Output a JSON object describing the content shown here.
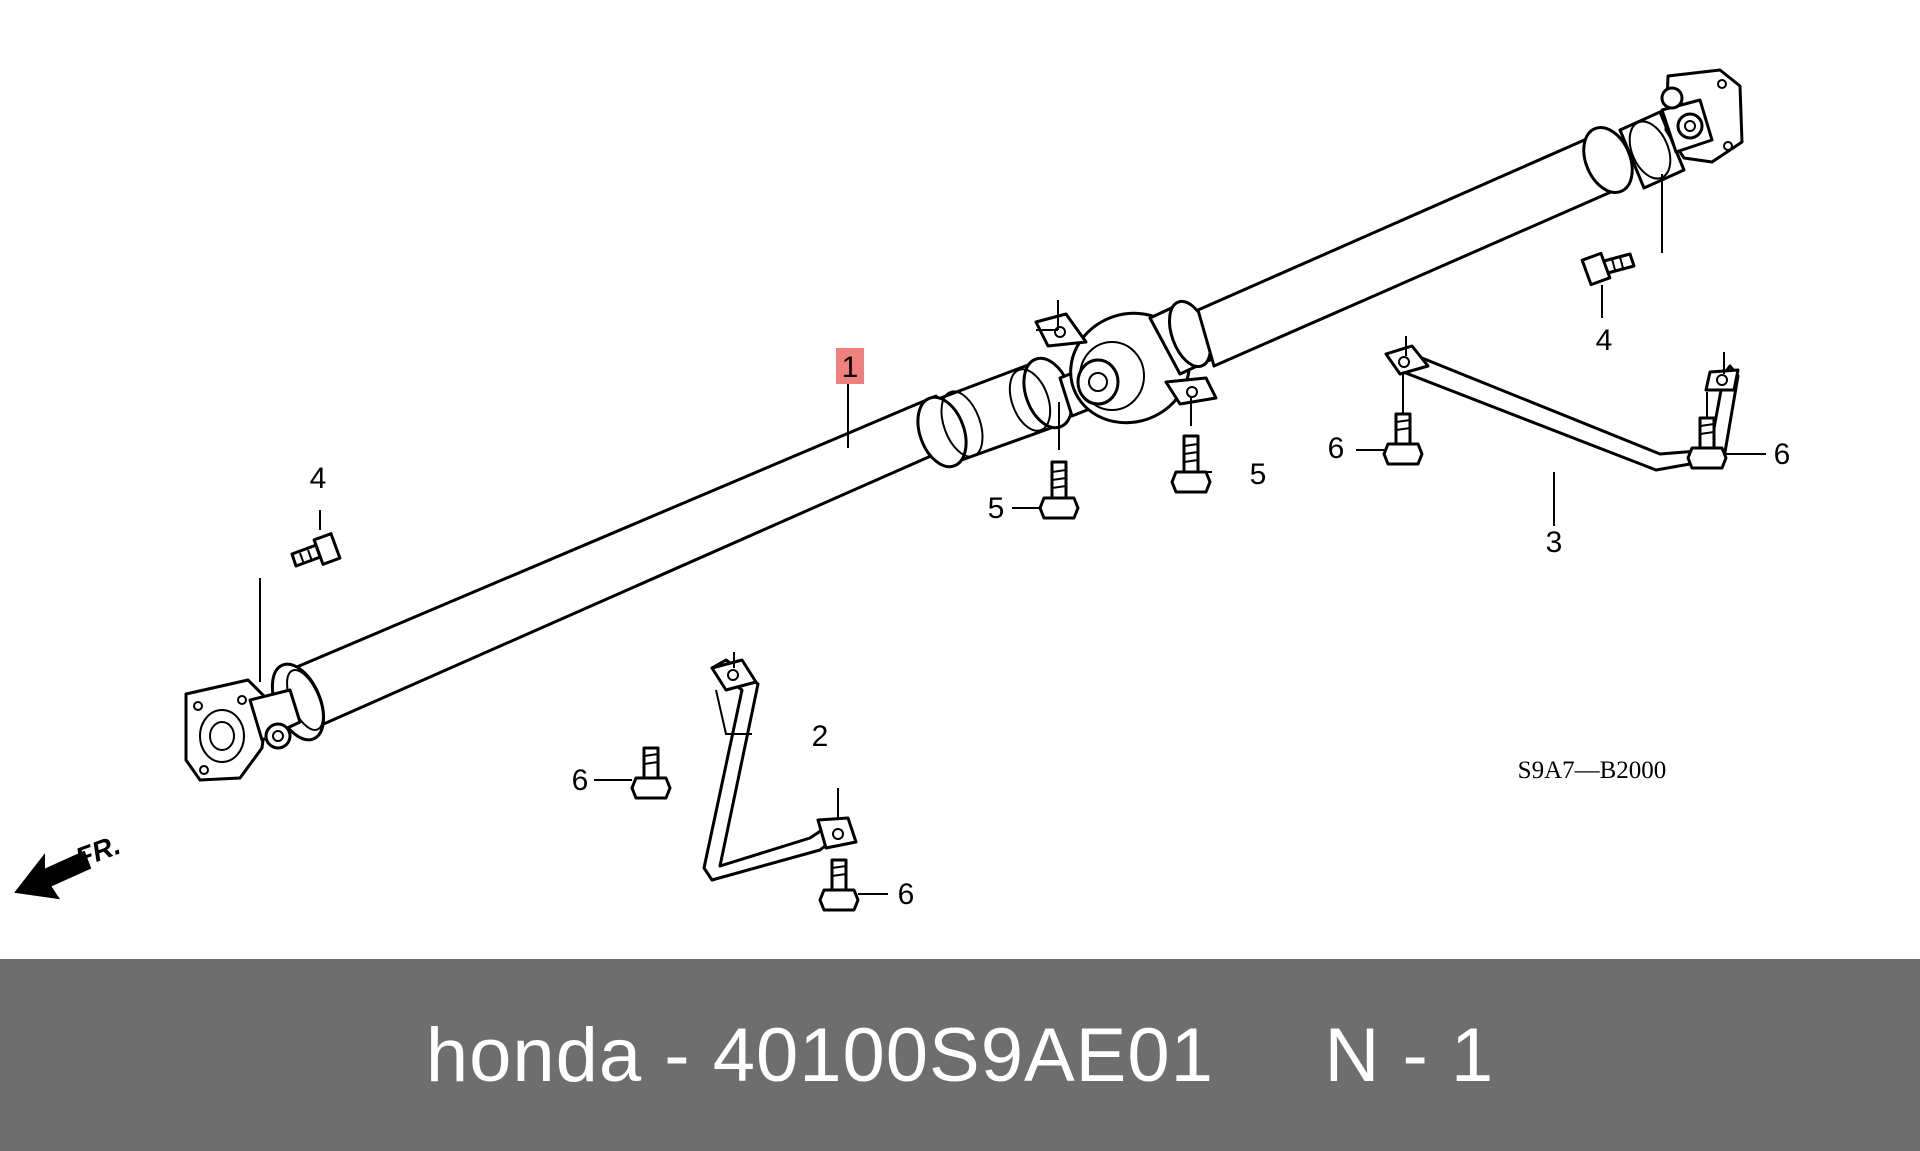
{
  "diagram": {
    "callouts": [
      "1",
      "2",
      "3",
      "4",
      "4",
      "5",
      "5",
      "6",
      "6",
      "6",
      "6"
    ],
    "drawing_code": "S9A7—B2000",
    "direction_label": "FR."
  },
  "footer": {
    "text": "honda - 40100S9AE01     N - 1"
  },
  "colors": {
    "highlight": "#f08080",
    "footer_bg": "#6e6e6e",
    "footer_text": "#ffffff"
  }
}
